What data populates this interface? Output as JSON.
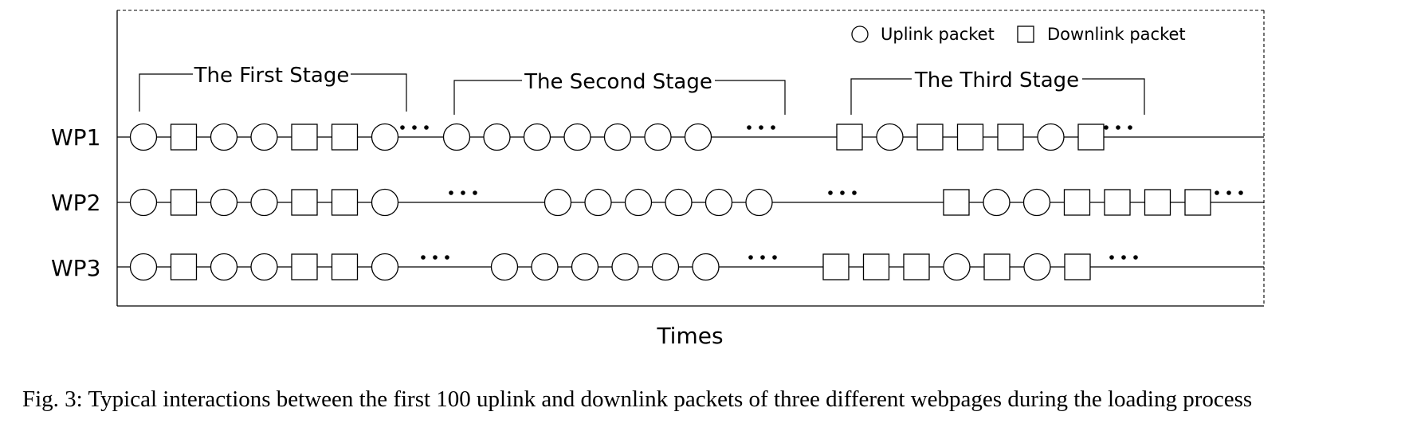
{
  "legend": {
    "uplink_label": "Uplink packet",
    "downlink_label": "Downlink packet"
  },
  "stages": [
    "The First Stage",
    "The Second Stage",
    "The Third Stage"
  ],
  "rows": [
    {
      "label": "WP1",
      "sequence": "U D U U D D U ... U U U U U U U ... D U D D D U D ..."
    },
    {
      "label": "WP2",
      "sequence": "U D U U D D U ... U U U U U U ... D U U D D D D ..."
    },
    {
      "label": "WP3",
      "sequence": "U D U U D D U ... U U U U U U ... D D D U D U D ..."
    }
  ],
  "x_axis_label": "Times",
  "caption": "Fig. 3: Typical interactions between the first 100 uplink and downlink packets of three different webpages during the loading process"
}
